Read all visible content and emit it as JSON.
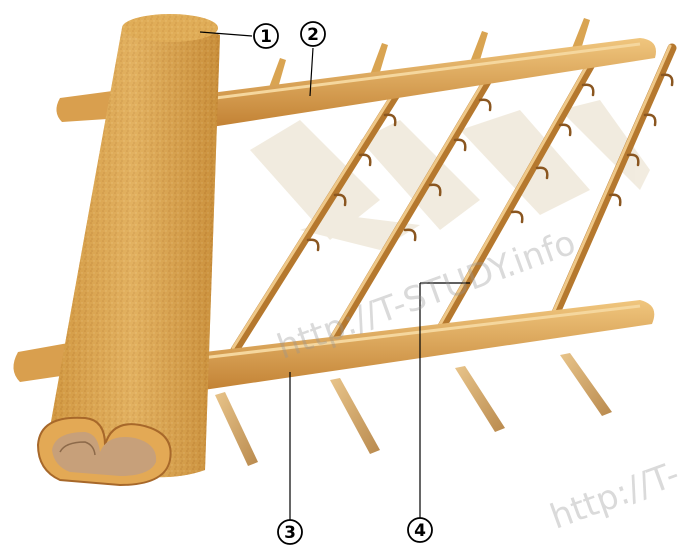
{
  "watermarks": [
    "http://T-STUDY.info",
    "http://T-"
  ],
  "callouts": [
    {
      "id": "1",
      "label": "1"
    },
    {
      "id": "2",
      "label": "2"
    },
    {
      "id": "3",
      "label": "3"
    },
    {
      "id": "4",
      "label": "4"
    }
  ]
}
